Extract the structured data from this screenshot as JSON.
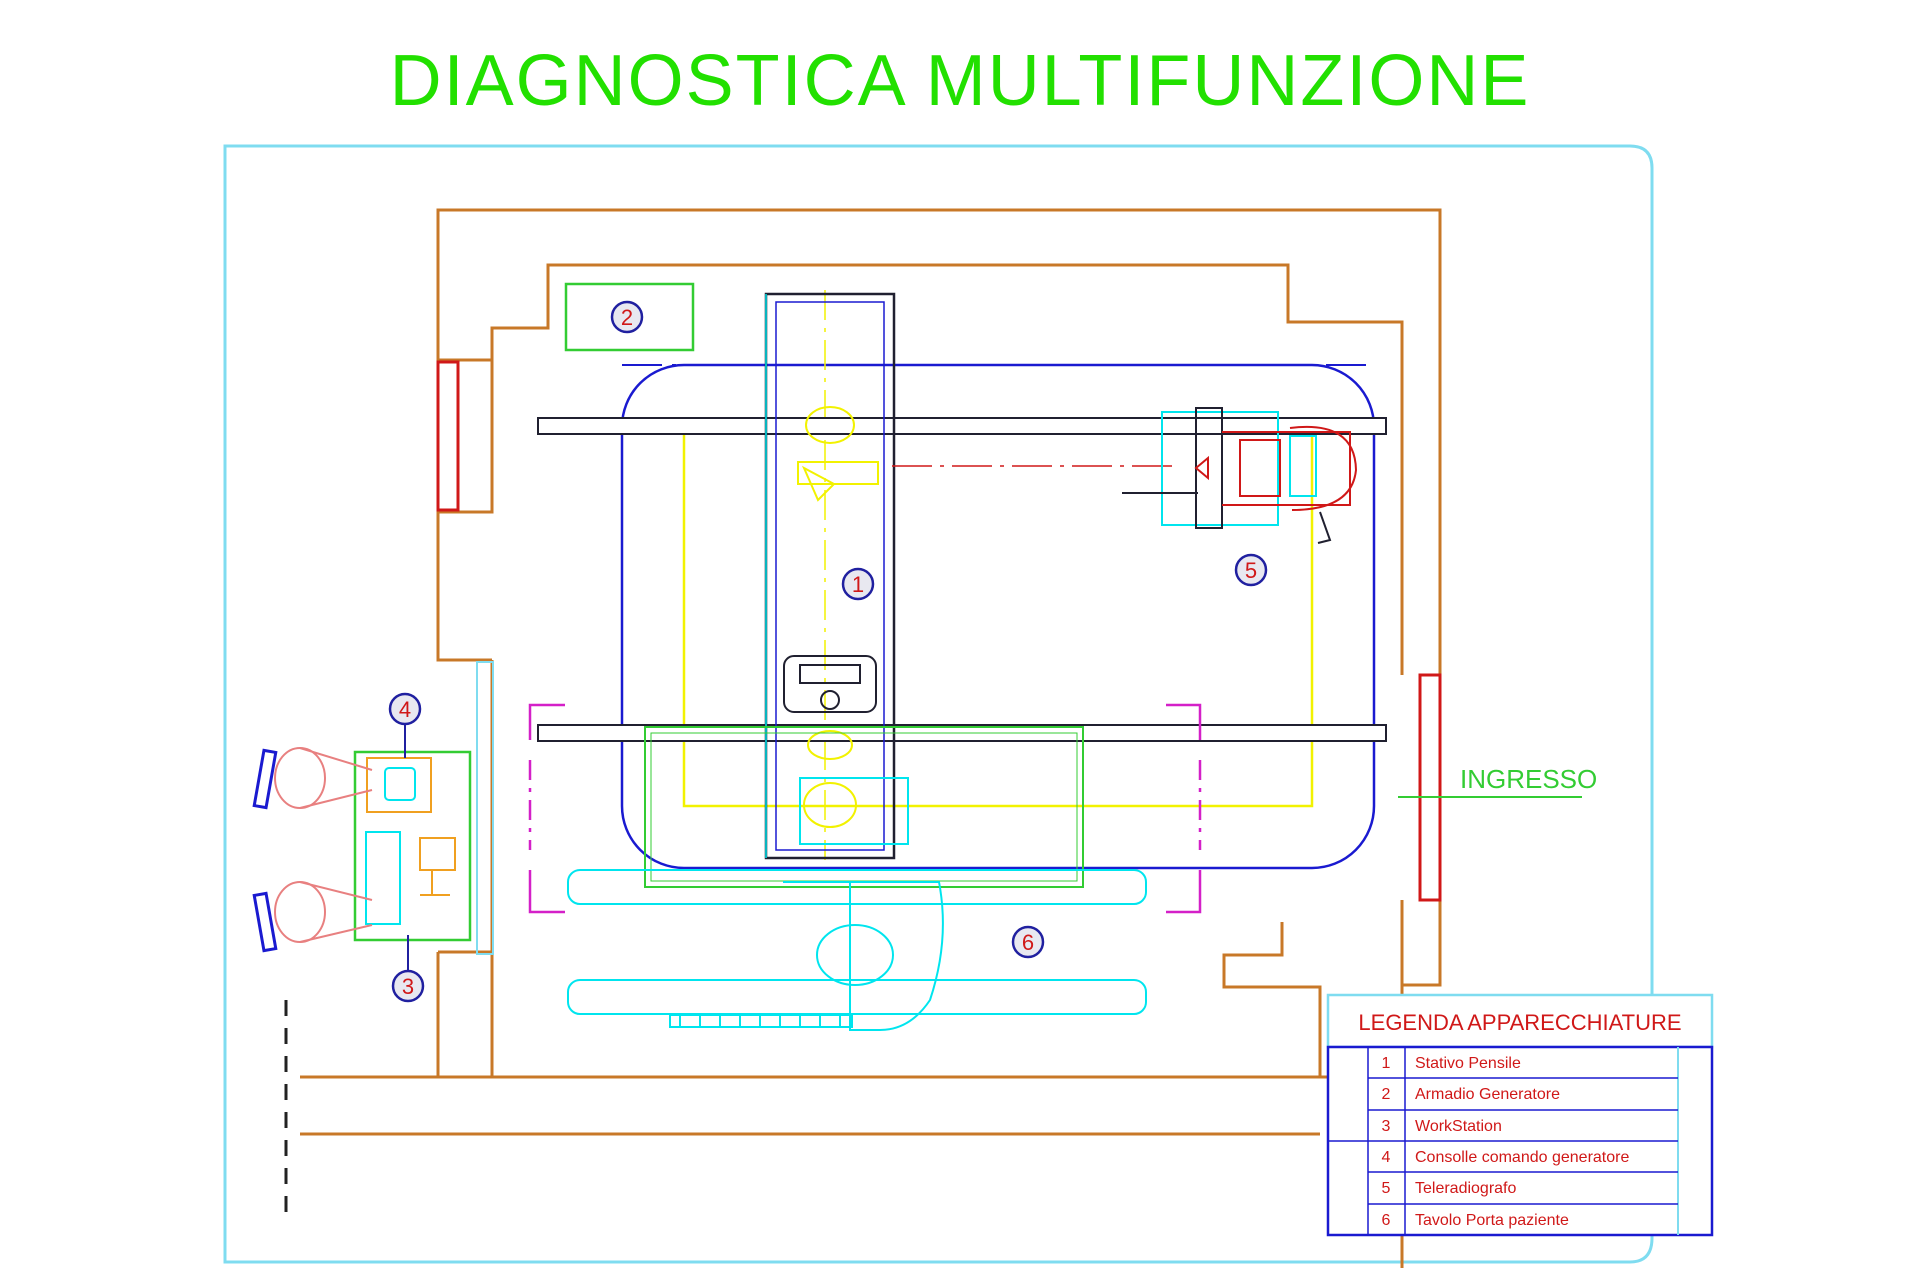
{
  "title": "DIAGNOSTICA MULTIFUNZIONE",
  "entrance_label": "INGRESSO",
  "legend": {
    "title": "LEGENDA APPARECCHIATURE",
    "items": [
      {
        "num": "1",
        "label": "Stativo Pensile"
      },
      {
        "num": "2",
        "label": "Armadio Generatore"
      },
      {
        "num": "3",
        "label": "WorkStation"
      },
      {
        "num": "4",
        "label": "Consolle comando generatore"
      },
      {
        "num": "5",
        "label": "Teleradiografo"
      },
      {
        "num": "6",
        "label": "Tavolo Porta paziente"
      }
    ]
  },
  "markers": [
    "1",
    "2",
    "3",
    "4",
    "5",
    "6"
  ],
  "colors": {
    "title": "#22e000",
    "border": "#7fdcf0",
    "wall": "#c87828",
    "blue": "#1a1ad0",
    "yellow": "#f2f200",
    "cyan": "#00e5ee",
    "red": "#d01818",
    "magenta": "#d420c8",
    "green": "#33cc33",
    "orange": "#f0a020",
    "person": "#e88080"
  }
}
